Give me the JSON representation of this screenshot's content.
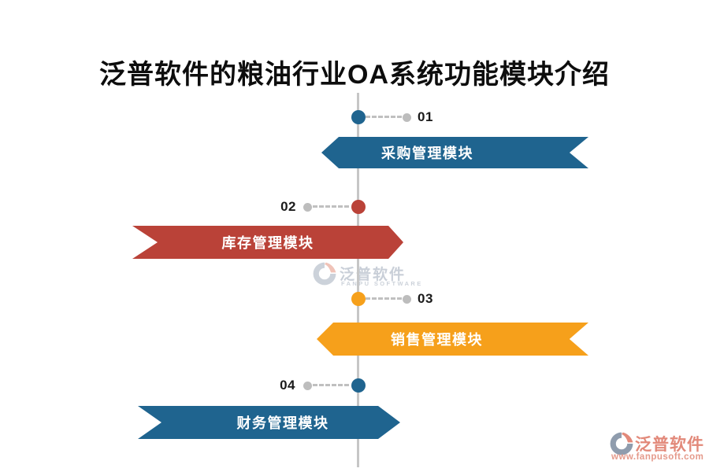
{
  "title": "泛普软件的粮油行业OA系统功能模块介绍",
  "timeline": {
    "line_color": "#C6C6C6",
    "connector_dot_color": "#BDBDBD",
    "items": [
      {
        "number": "01",
        "label": "采购管理模块",
        "color": "#1F648F",
        "direction": "left-pointing",
        "side_of_line": "right"
      },
      {
        "number": "02",
        "label": "库存管理模块",
        "color": "#BA4238",
        "direction": "right-pointing",
        "side_of_line": "left"
      },
      {
        "number": "03",
        "label": "销售管理模块",
        "color": "#F6A01B",
        "direction": "left-pointing",
        "side_of_line": "right"
      },
      {
        "number": "04",
        "label": "财务管理模块",
        "color": "#1F648F",
        "direction": "right-pointing",
        "side_of_line": "left"
      }
    ]
  },
  "watermark": {
    "brand": "泛普软件",
    "brand_en": "FANPU SOFTWARE"
  },
  "footer_logo": {
    "brand": "泛普软件",
    "website": "www.fanpusoft.com",
    "accent_color": "#E2897A",
    "icon_color": "#8F9CAD"
  }
}
